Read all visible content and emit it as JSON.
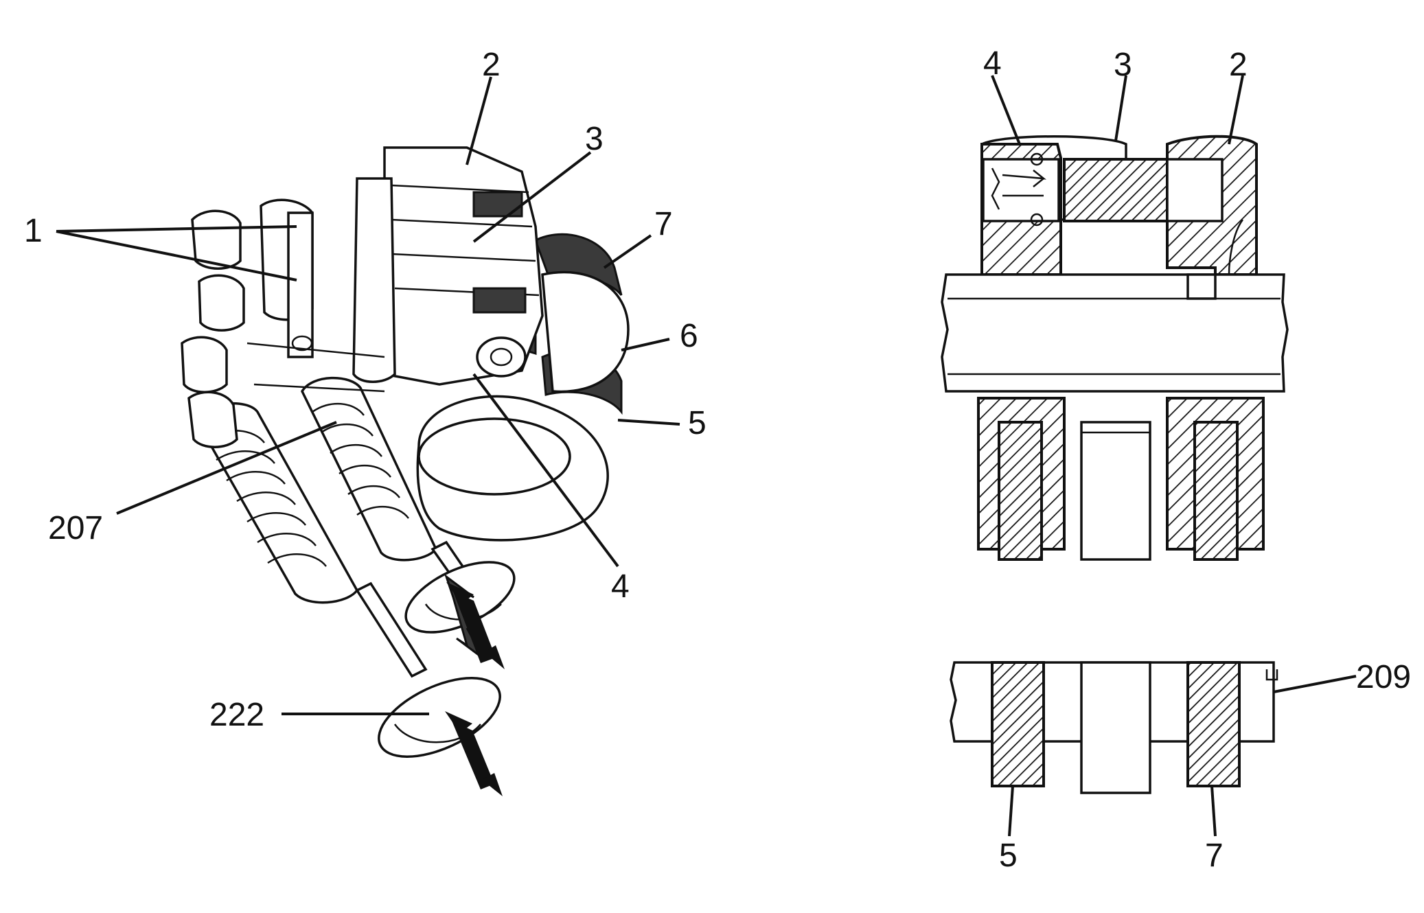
{
  "callouts": {
    "left": {
      "c1": "1",
      "c2": "2",
      "c3": "3",
      "c4": "4",
      "c5": "5",
      "c6": "6",
      "c7": "7",
      "c207": "207",
      "c222": "222"
    },
    "right_upper": {
      "c4": "4",
      "c3": "3",
      "c2": "2"
    },
    "right_lower": {
      "c209": "209",
      "c5": "5",
      "c7": "7"
    }
  }
}
